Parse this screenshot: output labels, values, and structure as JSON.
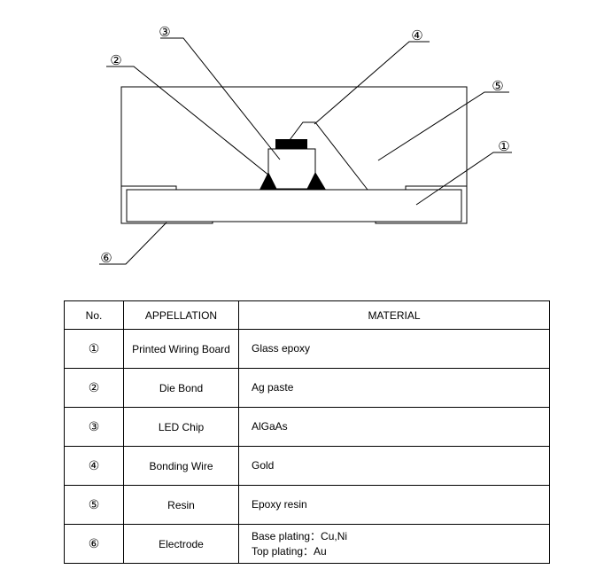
{
  "callouts": [
    "③",
    "②",
    "④",
    "⑤",
    "①",
    "⑥"
  ],
  "table": {
    "headers": [
      "No.",
      "APPELLATION",
      "MATERIAL"
    ],
    "rows": [
      {
        "no": "①",
        "appellation": "Printed Wiring Board",
        "material": [
          "Glass epoxy"
        ]
      },
      {
        "no": "②",
        "appellation": "Die Bond",
        "material": [
          "Ag paste"
        ]
      },
      {
        "no": "③",
        "appellation": "LED Chip",
        "material": [
          "AlGaAs"
        ]
      },
      {
        "no": "④",
        "appellation": "Bonding Wire",
        "material": [
          "Gold"
        ]
      },
      {
        "no": "⑤",
        "appellation": "Resin",
        "material": [
          "Epoxy resin"
        ]
      },
      {
        "no": "⑥",
        "appellation": "Electrode",
        "material": [
          "Base plating：Cu,Ni",
          "Top plating：Au"
        ]
      }
    ]
  }
}
